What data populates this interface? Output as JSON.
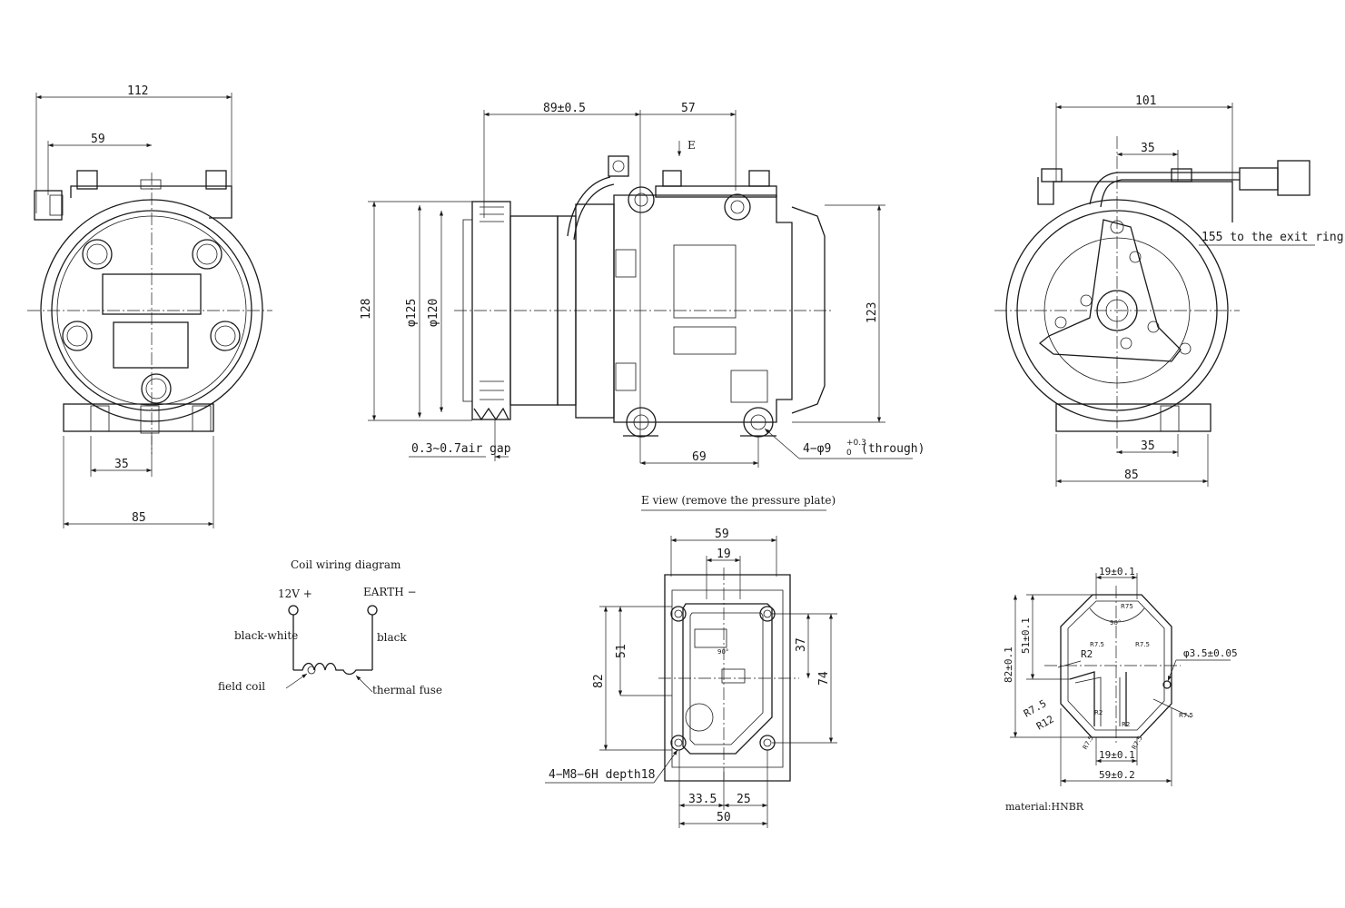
{
  "front_view": {
    "dim_112": "112",
    "dim_59": "59",
    "dim_35": "35",
    "dim_85": "85"
  },
  "side_view": {
    "dim_89": "89±0.5",
    "dim_57": "57",
    "dim_128": "128",
    "dim_125": "φ125",
    "dim_120": "φ120",
    "dim_123": "123",
    "dim_69": "69",
    "air_gap": "0.3~0.7air gap",
    "holes": "4−φ9",
    "holes_tol_upper": "+0.3",
    "holes_tol_lower": "0",
    "holes_note": "(through)",
    "view_arrow": "E"
  },
  "rear_view": {
    "dim_101": "101",
    "dim_35_top": "35",
    "exit_ring": "155 to the exit ring",
    "dim_35_bottom": "35",
    "dim_85": "85"
  },
  "e_view": {
    "title": "E view (remove the pressure plate)",
    "dim_59": "59",
    "dim_19": "19",
    "dim_51": "51",
    "dim_82": "82",
    "dim_37": "37",
    "dim_74": "74",
    "dim_90": "90°",
    "threads": "4−M8−6H depth18",
    "dim_33_5": "33.5",
    "dim_25": "25",
    "dim_50": "50"
  },
  "wiring": {
    "title": "Coil wiring diagram",
    "plus": "12V +",
    "earth": "EARTH −",
    "wire1": "black-white",
    "wire2": "black",
    "field_coil": "field coil",
    "thermal_fuse": "thermal fuse"
  },
  "gasket": {
    "dim_19_top": "19±0.1",
    "r75_top": "R75",
    "angle": "90°",
    "r7_5_a": "R7.5",
    "r7_5_b": "R7.5",
    "dim_51": "51±0.1",
    "dim_82": "82±0.1",
    "r2": "R2",
    "hole": "φ3.5±0.05",
    "r7_5_left": "R7.5",
    "r12": "R12",
    "r7_5_right": "R7.5",
    "r2_small_a": "R2",
    "r2_small_b": "R2",
    "r7_5_bl": "R7.5",
    "r7_5_br": "R7.5",
    "dim_19_bottom": "19±0.1",
    "dim_59": "59±0.2",
    "material": "material:HNBR"
  }
}
